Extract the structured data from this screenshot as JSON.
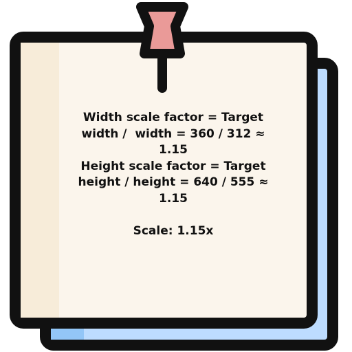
{
  "note": {
    "lines": [
      "Width scale factor = Target",
      "width /  width = 360 / 312 ≈",
      "1.15",
      "Height scale factor = Target",
      "height / height = 640 / 555 ≈",
      "1.15",
      "",
      "Scale: 1.15x"
    ]
  },
  "icons": {
    "pin": "push-pin-icon",
    "back_note": "sticky-note-back-icon",
    "front_note": "sticky-note-front-icon"
  },
  "colors": {
    "outline": "#111111",
    "note_paper": "#fbf5ec",
    "note_margin": "#f7ecd9",
    "back_note": "#bddcff",
    "back_note_shade": "#93c6f7",
    "pin": "#ea9a98"
  }
}
